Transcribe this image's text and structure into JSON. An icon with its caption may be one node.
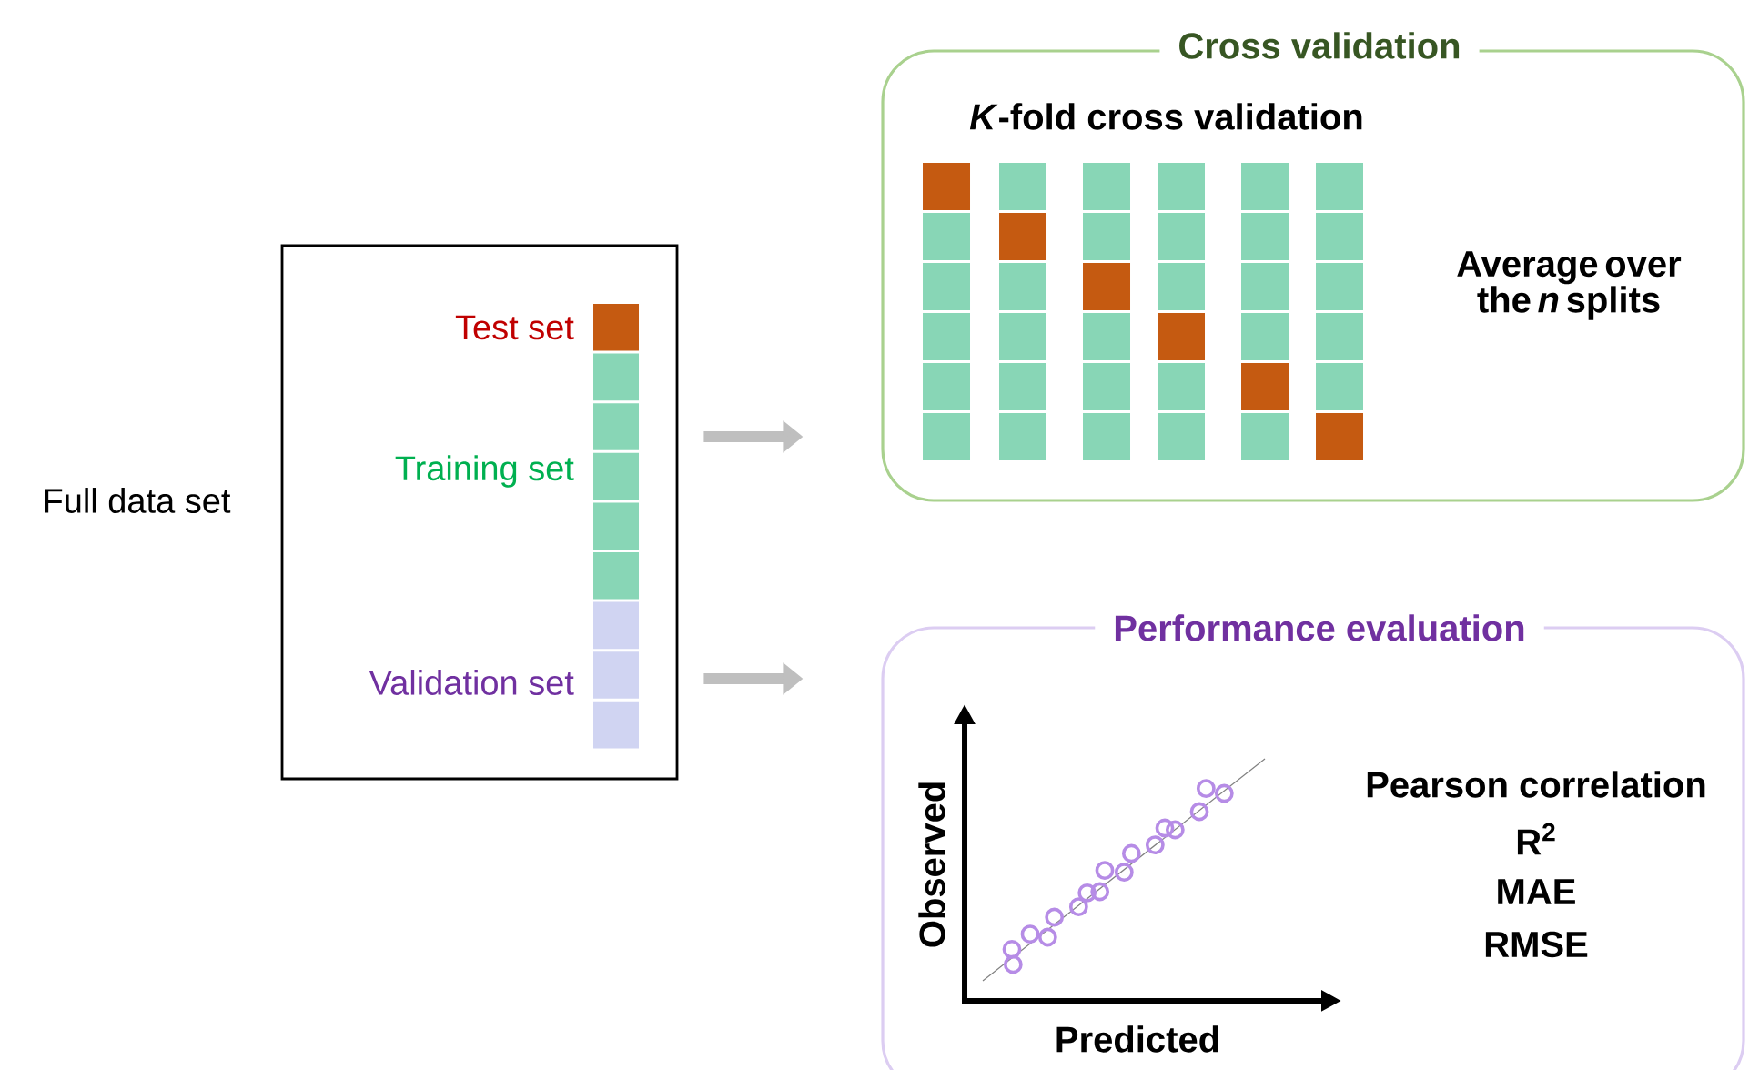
{
  "diagram": {
    "nodes": [
      {
        "text": [
          "Test set",
          "Training set",
          "Validation set"
        ],
        "beside": [
          "Full data set"
        ]
      },
      {
        "text": [
          "Cross validation",
          "*K*-fold cross validation",
          "Average over the *n* splits"
        ]
      },
      {
        "text": [
          "Performance evaluation",
          "Observed",
          "Predicted",
          "Pearson correlation",
          "R$^{2}$",
          "MAE",
          "RMSE"
        ]
      }
    ],
    "edges": [
      {
        "from": 0,
        "to": 1,
        "arrow": "to"
      },
      {
        "from": 0,
        "to": 2,
        "arrow": "to"
      }
    ]
  }
}
